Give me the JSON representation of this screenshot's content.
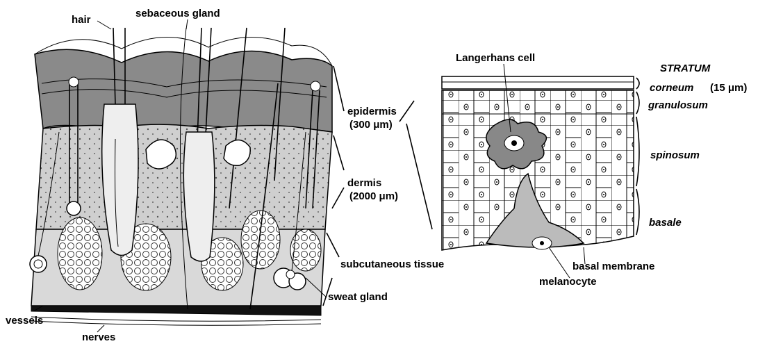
{
  "labels": {
    "hair": "hair",
    "sebaceous_gland": "sebaceous gland",
    "epidermis": "epidermis",
    "epidermis_thickness": "(300 μm)",
    "dermis": "dermis",
    "dermis_thickness": "(2000 μm)",
    "subcutaneous_tissue": "subcutaneous tissue",
    "sweat_gland": "sweat gland",
    "vessels": "vessels",
    "nerves": "nerves",
    "langerhans_cell": "Langerhans cell",
    "basal_membrane": "basal membrane",
    "melanocyte": "melanocyte"
  },
  "stratum": {
    "heading": "STRATUM",
    "corneum": "corneum",
    "corneum_thickness": "(15 μm)",
    "granulosum": "granulosum",
    "spinosum": "spinosum",
    "basale": "basale"
  }
}
